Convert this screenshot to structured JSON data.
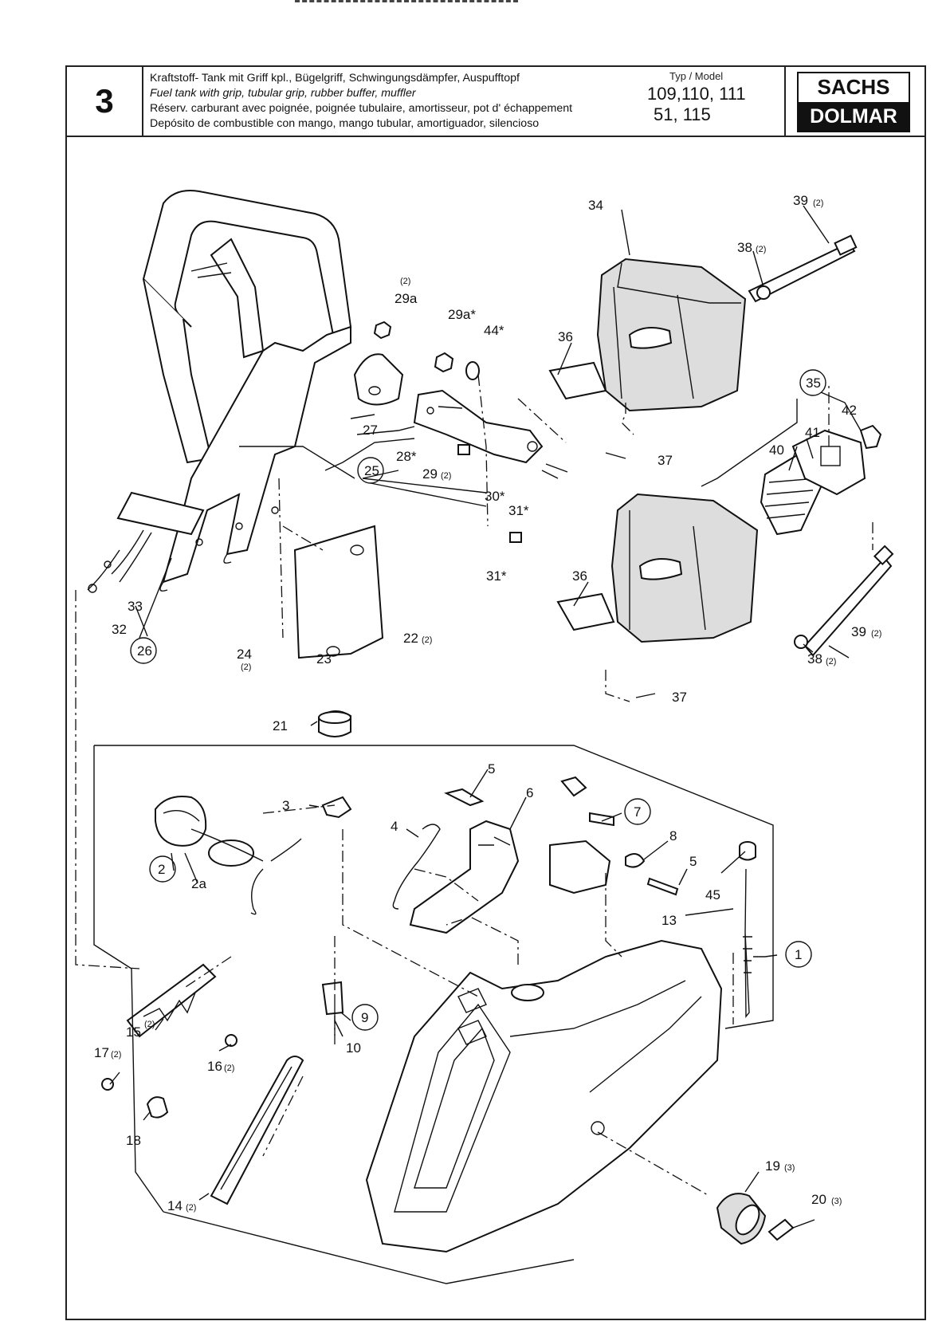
{
  "header": {
    "section_number": "3",
    "description": [
      "Kraftstoff- Tank mit Griff kpl., Bügelgriff, Schwingungsdämpfer, Auspufftopf",
      "Fuel tank with grip, tubular grip, rubber buffer, muffler",
      "Réserv. carburant avec poignée, poignée tubulaire, amortisseur, pot d' échappement",
      "Depósito de combustible con mango, mango tubular, amortiguador, silencioso"
    ],
    "model_label": "Typ / Model",
    "models_line1": "109,110, 111",
    "models_line2": "51, 115",
    "brand_top": "SACHS",
    "brand_bottom": "DOLMAR"
  },
  "part_labels": {
    "p1": "1",
    "p2": "2",
    "p2a": "2a",
    "p3": "3",
    "p4": "4",
    "p5a": "5",
    "p5b": "5",
    "p6": "6",
    "p7": "7",
    "p8": "8",
    "p9": "9",
    "p10": "10",
    "p13": "13",
    "p14": "14",
    "p15": "15",
    "p16": "16",
    "p17": "17",
    "p18": "18",
    "p19": "19",
    "p20": "20",
    "p21": "21",
    "p22": "22",
    "p23": "23",
    "p24": "24",
    "p25": "25",
    "p26": "26",
    "p27": "27",
    "p28": "28*",
    "p29": "29",
    "p29a": "29a",
    "p29as": "29a*",
    "p30": "30*",
    "p31a": "31*",
    "p31b": "31*",
    "p32": "32",
    "p33": "33",
    "p34": "34",
    "p35": "35",
    "p36a": "36",
    "p36b": "36",
    "p37a": "37",
    "p37b": "37",
    "p38a": "38",
    "p38b": "38",
    "p39a": "39",
    "p39b": "39",
    "p40": "40",
    "p41": "41",
    "p42": "42",
    "p44": "44*",
    "p45": "45"
  },
  "qty_labels": {
    "q2": "(2)",
    "q3": "(3)"
  }
}
